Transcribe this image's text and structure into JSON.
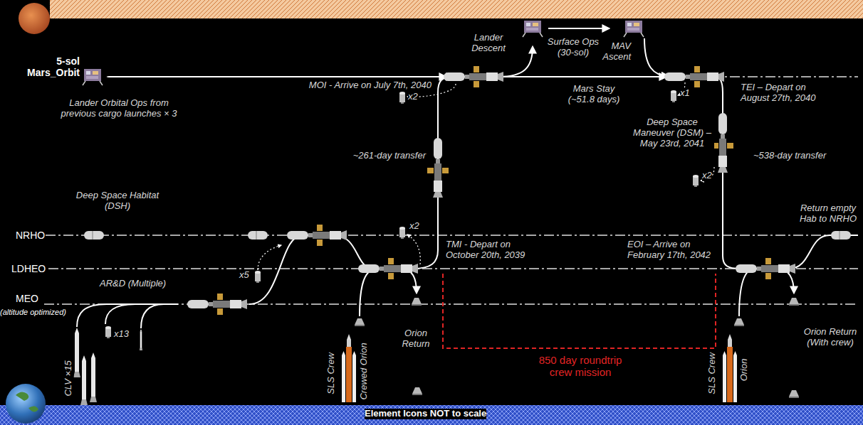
{
  "diagram": {
    "labels": [
      "5-sol Mars_Orbit",
      "Lander Orbital Ops from previous cargo launches × 3",
      "Deep Space Habitat (DSH)",
      "NRHO",
      "LDHEO",
      "MEO",
      "(altitude optimized)",
      "AR&D (Multiple)",
      "x5",
      "x13",
      "CLV ×15",
      "Lander Descent",
      "Surface Ops (30-sol)",
      "MAV Ascent",
      "MOI - Arrive on July 7th, 2040",
      "x2",
      "~261-day transfer",
      "Mars Stay (~51.8 days)",
      "TEI – Depart on August 27th, 2040",
      "x1",
      "Deep Space Maneuver (DSM) – May 23rd, 2041",
      "~538-day transfer",
      "x2",
      "x2",
      "TMI - Depart on October 20th, 2039",
      "Return empty Hab to NRHO",
      "EOI – Arrive on February 17th, 2042",
      "SLS Crew",
      "Crewed Orion",
      "Orion Return",
      "850 day roundtrip crew mission",
      "SLS Crew",
      "Orion",
      "Orion Return (With crew)",
      "Element Icons NOT to scale"
    ]
  }
}
